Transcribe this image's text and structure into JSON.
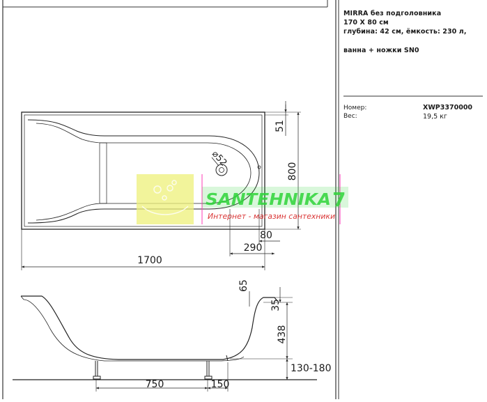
{
  "product": {
    "title_lines": [
      "MIRRA без подголовника",
      "170 X 80 см",
      "глубина: 42 см, ёмкость: 230 л,",
      "ванна + ножки SN0"
    ],
    "code_label": "Номер:",
    "code_value": "XWP3370000",
    "weight_label": "Вес:",
    "weight_value": "19,5 кг"
  },
  "top_view": {
    "dim_length": "1700",
    "dim_width": "800",
    "dim_rim": "51",
    "dim_drain_offset": "80",
    "dim_drain_dist": "290",
    "dim_drain_dia": "⌀52"
  },
  "side_view": {
    "dim_rim": "65",
    "dim_rim_height": "35",
    "dim_depth": "438",
    "dim_leg_height": "130-180",
    "dim_leg_spacing": "750",
    "dim_leg_offset": "150"
  },
  "watermark": {
    "name": "SANTEHNIKA",
    "digit": "7",
    "tagline": "Интернет - магазин сантехники",
    "colors": {
      "name": "#2fd43a",
      "tagline": "#d62020",
      "accent": "#e6ee6a"
    }
  }
}
